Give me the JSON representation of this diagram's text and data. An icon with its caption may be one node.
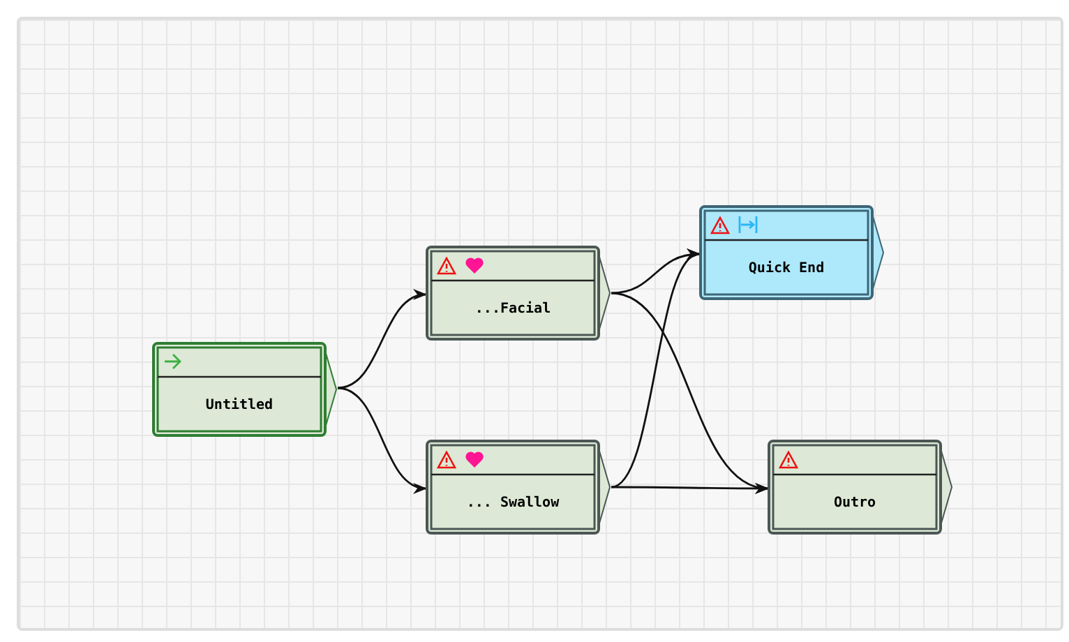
{
  "diagram": {
    "nodes": [
      {
        "text": [
          "Untitled"
        ]
      },
      {
        "text": [
          "...Facial"
        ]
      },
      {
        "text": [
          "... Swallow"
        ]
      },
      {
        "text": [
          "Quick End"
        ]
      },
      {
        "text": [
          "Outro"
        ]
      }
    ],
    "edges": [
      {
        "from": 0,
        "to": 1,
        "arrow": "to"
      },
      {
        "from": 0,
        "to": 2,
        "arrow": "to"
      },
      {
        "from": 1,
        "to": 3,
        "arrow": "to"
      },
      {
        "from": 1,
        "to": 4,
        "arrow": "to"
      },
      {
        "from": 2,
        "to": 3,
        "arrow": "to"
      },
      {
        "from": 2,
        "to": 4,
        "arrow": "to"
      }
    ]
  }
}
